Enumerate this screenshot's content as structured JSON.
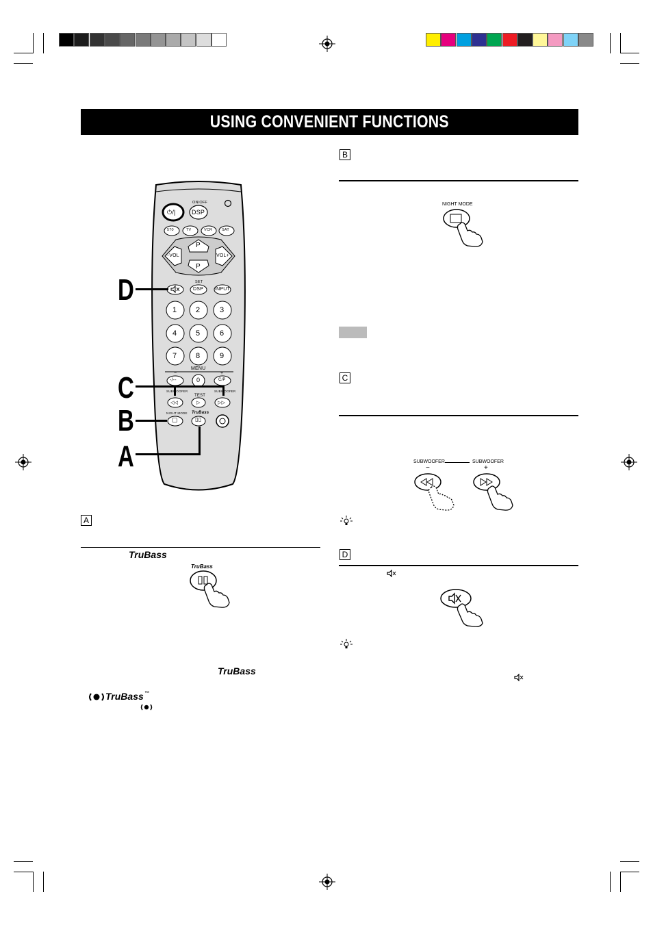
{
  "header": {
    "title": "USING CONVENIENT FUNCTIONS",
    "gray_swatches": [
      "#000000",
      "#1c1c1c",
      "#333333",
      "#4a4a4a",
      "#666666",
      "#7a7a7a",
      "#949494",
      "#aaaaaa",
      "#c4c4c4",
      "#dddddd",
      "#ffffff"
    ],
    "color_swatches": [
      "#ffee00",
      "#e6007e",
      "#00a0e0",
      "#2e3192",
      "#00a651",
      "#ed1c24",
      "#231f20",
      "#fff799",
      "#f49ac1",
      "#7fd3f7",
      "#898989"
    ]
  },
  "sections": {
    "a": {
      "letter": "A"
    },
    "b": {
      "letter": "B"
    },
    "c": {
      "letter": "C"
    },
    "d": {
      "letter": "D"
    }
  },
  "callouts": {
    "d": "D",
    "c": "C",
    "b": "B",
    "a": "A"
  },
  "remote": {
    "power": "⏻/|",
    "on_off": "ON/OFF",
    "dsp_top": "DSP",
    "inputs": [
      "570",
      "TV",
      "VCR",
      "SAT"
    ],
    "p": "P",
    "vol_minus": "−VOL",
    "vol_plus": "VOL+",
    "set": "SET",
    "dsp": "DSP",
    "input": "INPUT",
    "digits": [
      "1",
      "2",
      "3",
      "4",
      "5",
      "6",
      "7",
      "8",
      "9"
    ],
    "menu": "MENU",
    "minus": "−",
    "plus": "+",
    "dash": "-/--",
    "zero": "0",
    "cp": "C/P",
    "subwoofer_left": "SUBWOOFER",
    "test": "TEST",
    "subwoofer_right": "SUBWOOFER",
    "night_mode": "NIGHT MODE",
    "trubass": "TruBass"
  },
  "figures": {
    "night_mode_label": "NIGHT MODE",
    "trubass_label": "TruBass",
    "subwoofer_minus_label": "SUBWOOFER",
    "subwoofer_minus_sign": "−",
    "subwoofer_plus_label": "SUBWOOFER",
    "subwoofer_plus_sign": "+"
  },
  "text": {
    "trubass_inline_1": "TruBass",
    "trubass_inline_2": "TruBass",
    "trubass_logo": "TruBass",
    "trubass_tm": "™"
  },
  "icons": [
    "mute-icon",
    "tip-icon",
    "trubass-logo-icon",
    "hand-press-icon"
  ]
}
